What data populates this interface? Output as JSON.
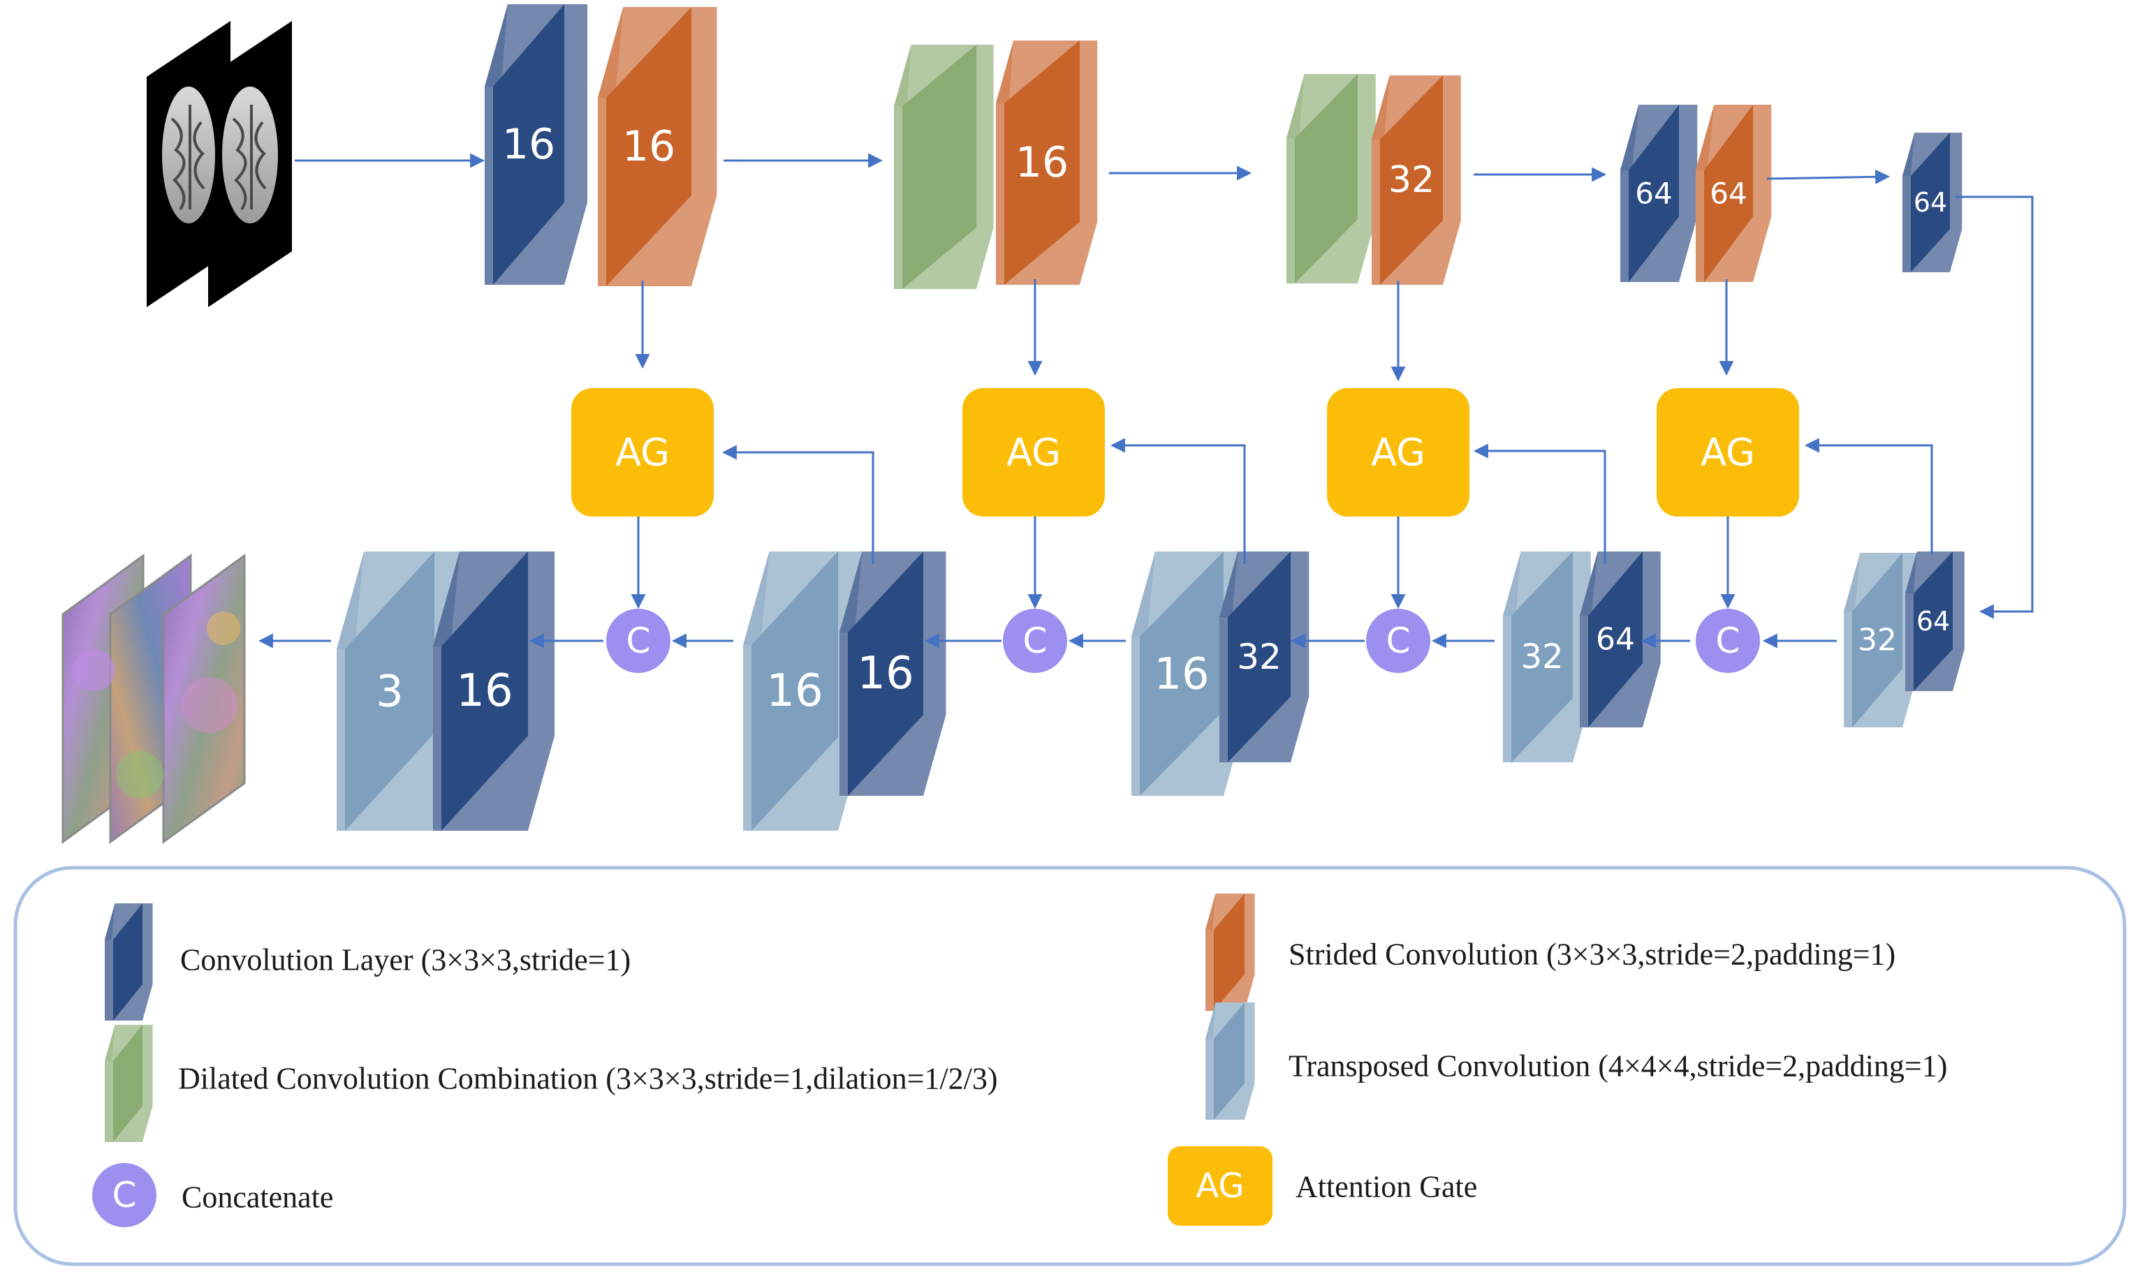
{
  "colors": {
    "conv": "#2a4a82",
    "strided": "#c8632a",
    "dilated": "#8aac72",
    "transposed": "#7e9fbd",
    "ag": "#fbbd08",
    "concat": "#9b8ff0",
    "arrow": "#4472c4",
    "legend_border": "#a8c0e4"
  },
  "input_image_icon": "brain-mri-slices",
  "output_image_icon": "colored-deformation-field",
  "encoder": {
    "block1": [
      "16",
      "16"
    ],
    "block2": [
      "16"
    ],
    "block3": [
      "32"
    ],
    "block4": [
      "64",
      "64"
    ],
    "bottleneck": "64"
  },
  "attention_gate_label": "AG",
  "concat_label": "C",
  "decoder": {
    "block4": [
      "32",
      "64"
    ],
    "block3": [
      "32",
      "64"
    ],
    "block2": [
      "16",
      "32"
    ],
    "block1": [
      "16",
      "16"
    ],
    "output": [
      "3",
      "16"
    ]
  },
  "legend": {
    "conv": "Convolution Layer (3×3×3,stride=1)",
    "dilated": "Dilated Convolution Combination (3×3×3,stride=1,dilation=1/2/3)",
    "concat": "Concatenate",
    "concat_icon": "C",
    "strided": "Strided Convolution (3×3×3,stride=2,padding=1)",
    "transposed": "Transposed Convolution (4×4×4,stride=2,padding=1)",
    "ag": "Attention Gate",
    "ag_icon": "AG"
  }
}
